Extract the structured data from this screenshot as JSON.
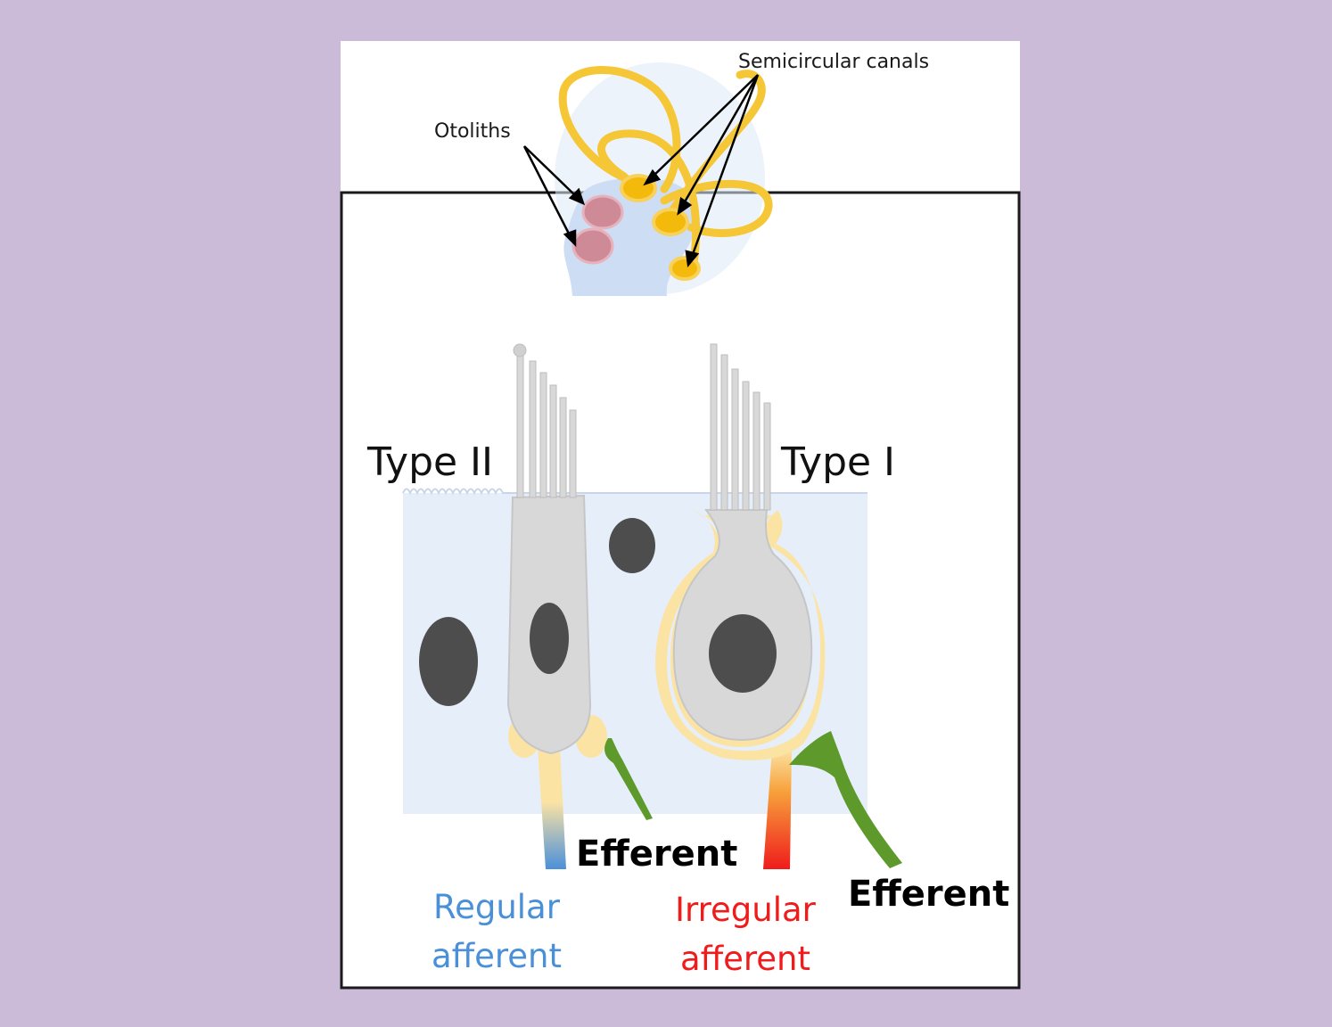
{
  "labels": {
    "semicircular_canals": "Semicircular canals",
    "otoliths": "Otoliths",
    "type_ii": "Type II",
    "type_i": "Type I",
    "efferent_left": "Efferent",
    "efferent_right": "Efferent",
    "regular_afferent_line1": "Regular",
    "regular_afferent_line2": "afferent",
    "irregular_afferent_line1": "Irregular",
    "irregular_afferent_line2": "afferent"
  },
  "colors": {
    "page_background": "#cbbbd9",
    "regular_afferent": "#4a90d9",
    "irregular_afferent": "#ef1c1c",
    "efferent": "#5e9a2b",
    "calyx": "#fbe3a4",
    "hair_cell": "#d8d8d8",
    "nucleus": "#4d4d4d",
    "canal": "#f5c636",
    "otolith": "#cf8a98",
    "epithelium": "#e6eefa"
  }
}
